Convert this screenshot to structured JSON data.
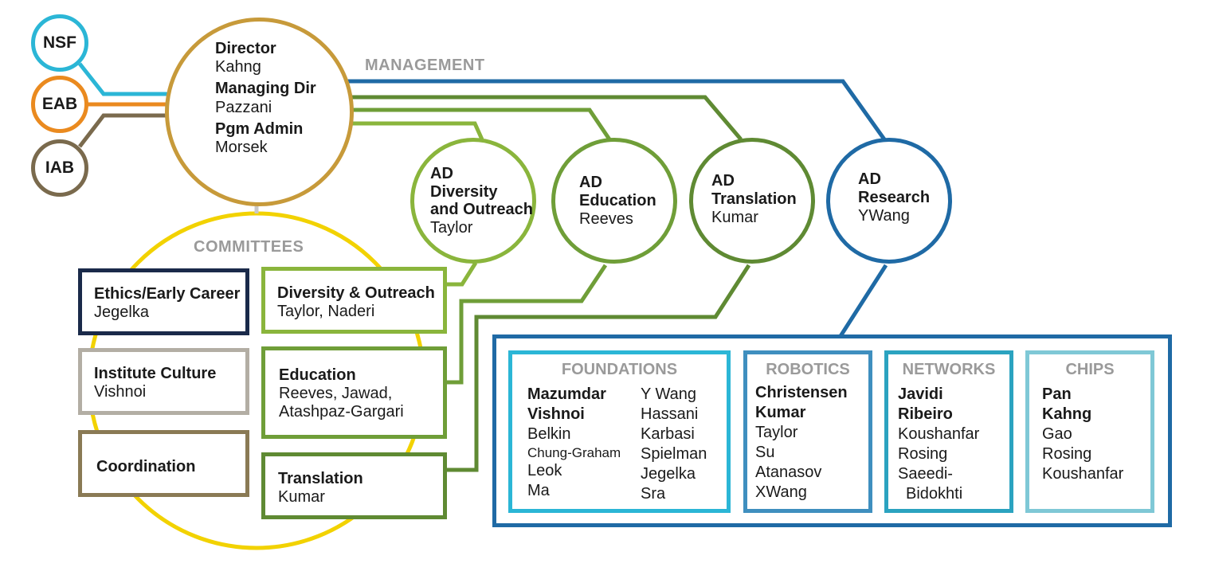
{
  "colors": {
    "nsf": "#2bb6d6",
    "eab": "#ea8a1f",
    "iab": "#7a6a4d",
    "director": "#c79a3a",
    "committees_ring": "#f2d200",
    "research": "#1f6aa5",
    "green_light": "#8ab53c",
    "green_mid": "#5f9a3a",
    "green_dark": "#4d7a2d",
    "ethics": "#1a2a4a",
    "culture": "#b3aea4",
    "coordination": "#8a7a55",
    "label_gray": "#9a9a9a"
  },
  "advisory": {
    "nsf": "NSF",
    "eab": "EAB",
    "iab": "IAB"
  },
  "director": {
    "role1": "Director",
    "name1": "Kahng",
    "role2": "Managing Dir",
    "name2": "Pazzani",
    "role3": "Pgm Admin",
    "name3": "Morsek"
  },
  "labels": {
    "management": "MANAGEMENT",
    "committees": "COMMITTEES"
  },
  "ad_circles": {
    "diversity": {
      "role": "AD",
      "line2": "Diversity",
      "line3": "and Outreach",
      "name": "Taylor"
    },
    "education": {
      "role": "AD",
      "line2": "Education",
      "name": "Reeves"
    },
    "translation": {
      "role": "AD",
      "line2": "Translation",
      "name": "Kumar"
    },
    "research": {
      "role": "AD",
      "line2": "Research",
      "name": "YWang"
    }
  },
  "committees": {
    "ethics": {
      "title": "Ethics/Early Career",
      "members": "Jegelka"
    },
    "culture": {
      "title": "Institute Culture",
      "members": "Vishnoi"
    },
    "coordination": {
      "title": "Coordination"
    },
    "diversity": {
      "title": "Diversity & Outreach",
      "members": "Taylor, Naderi"
    },
    "education": {
      "title": "Education",
      "members_line1": "Reeves, Jawad,",
      "members_line2": "Atashpaz-Gargari"
    },
    "translation": {
      "title": "Translation",
      "members": "Kumar"
    }
  },
  "research": {
    "foundations": {
      "title": "FOUNDATIONS",
      "leads": [
        "Mazumdar",
        "Vishnoi"
      ],
      "col1": [
        "Belkin",
        "Chung-Graham",
        "Leok",
        "Ma"
      ],
      "col2": [
        "Y Wang",
        "Hassani",
        "Karbasi",
        "Spielman",
        "Jegelka",
        "Sra"
      ]
    },
    "robotics": {
      "title": "ROBOTICS",
      "leads": [
        "Christensen",
        "Kumar"
      ],
      "members": [
        "Taylor",
        "Su",
        "Atanasov",
        "XWang"
      ]
    },
    "networks": {
      "title": "NETWORKS",
      "leads": [
        "Javidi",
        "Ribeiro"
      ],
      "members": [
        "Koushanfar",
        "Rosing",
        "Saeedi-",
        "Bidokhti"
      ]
    },
    "chips": {
      "title": "CHIPS",
      "leads": [
        "Pan",
        "Kahng"
      ],
      "members": [
        "Gao",
        "Rosing",
        "Koushanfar"
      ]
    }
  }
}
